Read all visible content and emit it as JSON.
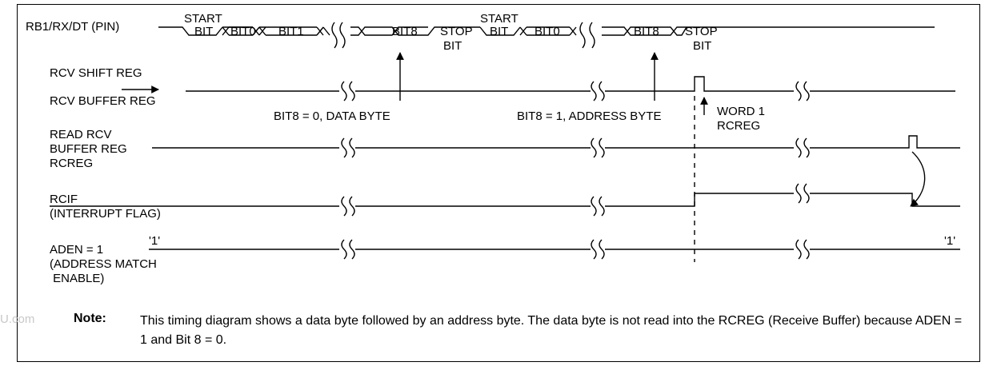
{
  "watermark": "U.com",
  "signals": {
    "pin": "RB1/RX/DT (PIN)",
    "shift_reg": "RCV SHIFT REG",
    "buffer_reg": "RCV BUFFER REG",
    "read_rcv": [
      "READ RCV",
      "BUFFER REG",
      "RCREG"
    ],
    "rcif": [
      "RCIF",
      "(INTERRUPT FLAG)"
    ],
    "aden": [
      "ADEN = 1",
      "(ADDRESS MATCH",
      " ENABLE)"
    ]
  },
  "bits": {
    "start": [
      "START",
      "BIT"
    ],
    "bit0": "BIT0",
    "bit1": "BIT1",
    "bit8": "BIT8",
    "stop": [
      "STOP",
      "BIT"
    ]
  },
  "annotations": {
    "data_byte": "BIT8 = 0, DATA BYTE",
    "address_byte": "BIT8 = 1, ADDRESS BYTE",
    "word1": [
      "WORD 1",
      "RCREG"
    ],
    "aden_start": "'1'",
    "aden_end": "'1'"
  },
  "note": {
    "label": "Note:",
    "text": "This timing diagram shows a data byte followed by an address byte. The data byte is not read into the RCREG (Receive Buffer) because ADEN = 1 and Bit 8 = 0."
  }
}
